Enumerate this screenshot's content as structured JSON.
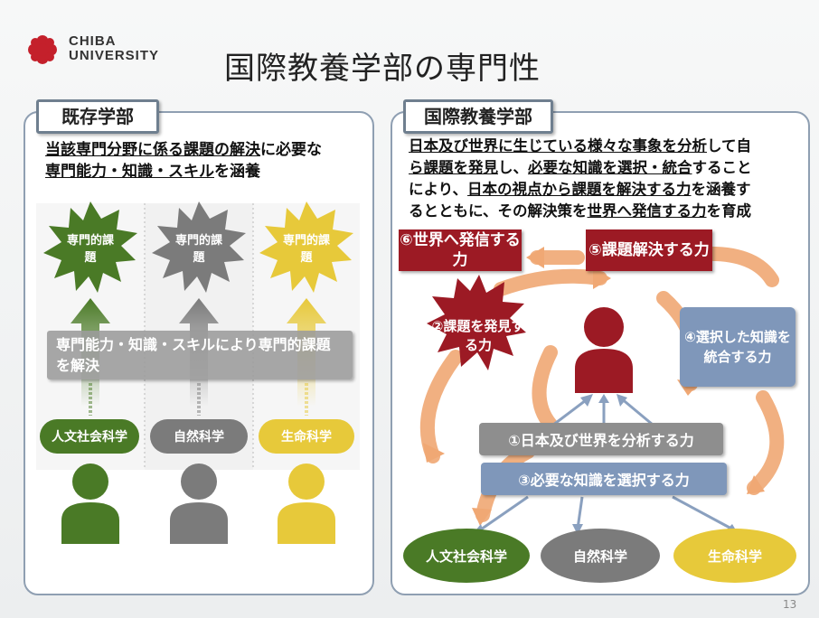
{
  "header": {
    "logo_line1": "CHIBA",
    "logo_line2": "UNIVERSITY",
    "title": "国際教養学部の専門性",
    "page_number": "13"
  },
  "left_panel": {
    "tab_label": "既存学部",
    "lead": [
      {
        "text": "当該専門分野に係る課題の解決",
        "underline": true
      },
      {
        "text": "に必要な",
        "underline": false
      },
      {
        "text": "専門能力・知識・スキル",
        "underline": true
      },
      {
        "text": "を涵養",
        "underline": false
      }
    ],
    "burst_label": "専門的課題",
    "overlay_text": "専門能力・知識・スキルにより専門的課題を解決",
    "columns": [
      {
        "label": "人文社会科学",
        "color": "#4a7a26"
      },
      {
        "label": "自然科学",
        "color": "#7b7b7b"
      },
      {
        "label": "生命科学",
        "color": "#e7c93a"
      }
    ]
  },
  "right_panel": {
    "tab_label": "国際教養学部",
    "lead": [
      {
        "text": "日本及び世界に生じている様々な事象を分析",
        "underline": true
      },
      {
        "text": "して自",
        "underline": false
      },
      {
        "text": "ら課題を発見",
        "underline": true
      },
      {
        "text": "し、",
        "underline": false
      },
      {
        "text": "必要な知識を選択・統合",
        "underline": true
      },
      {
        "text": "すること",
        "underline": false
      },
      {
        "text": "により、",
        "underline": false
      },
      {
        "text": "日本の視点から課題を解決する力",
        "underline": true
      },
      {
        "text": "を涵養す",
        "underline": false
      },
      {
        "text": "るとともに、その解決策を",
        "underline": false
      },
      {
        "text": "世界へ発信する力",
        "underline": true
      },
      {
        "text": "を育成",
        "underline": false
      }
    ],
    "step6": "⑥世界へ発信する力",
    "step5": "⑤課題解決する力",
    "step2": "②課題を発見する力",
    "step4": "④選択した知識を統合する力",
    "step1": "①日本及び世界を分析する力",
    "step3": "③必要な知識を選択する力",
    "fields": [
      {
        "label": "人文社会科学",
        "color": "#4a7a26"
      },
      {
        "label": "自然科学",
        "color": "#7b7b7b"
      },
      {
        "label": "生命科学",
        "color": "#e7c93a"
      }
    ],
    "accent_red": "#9c1a24",
    "arrow_color": "#f0a874"
  }
}
